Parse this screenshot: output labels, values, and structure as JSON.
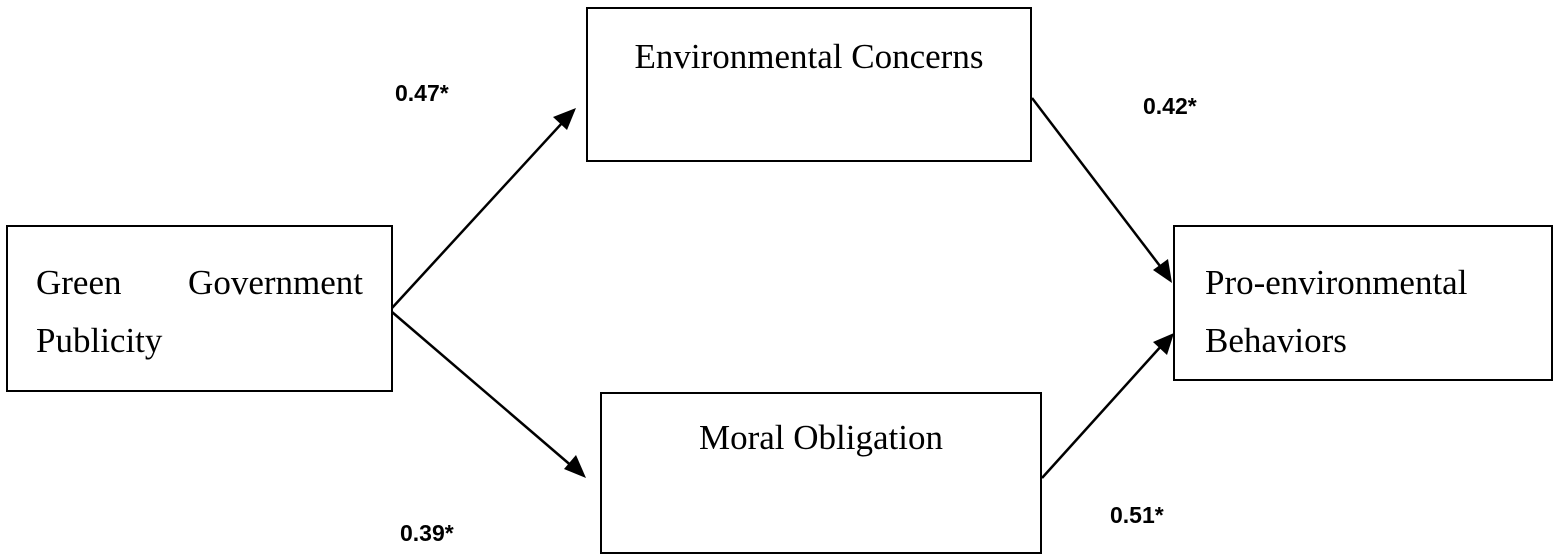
{
  "nodes": {
    "environmental_concerns": "Environmental Concerns",
    "moral_obligation": "Moral Obligation",
    "green_government_publicity": "Green Government Publicity",
    "pro_environmental_behaviors": "Pro-environmental Behaviors"
  },
  "coefficients": {
    "publicity_to_concerns": "0.47*",
    "concerns_to_behaviors": "0.42*",
    "publicity_to_obligation": "0.39*",
    "obligation_to_behaviors": "0.51*"
  },
  "colors": {
    "stroke": "#000000",
    "background": "#ffffff"
  }
}
